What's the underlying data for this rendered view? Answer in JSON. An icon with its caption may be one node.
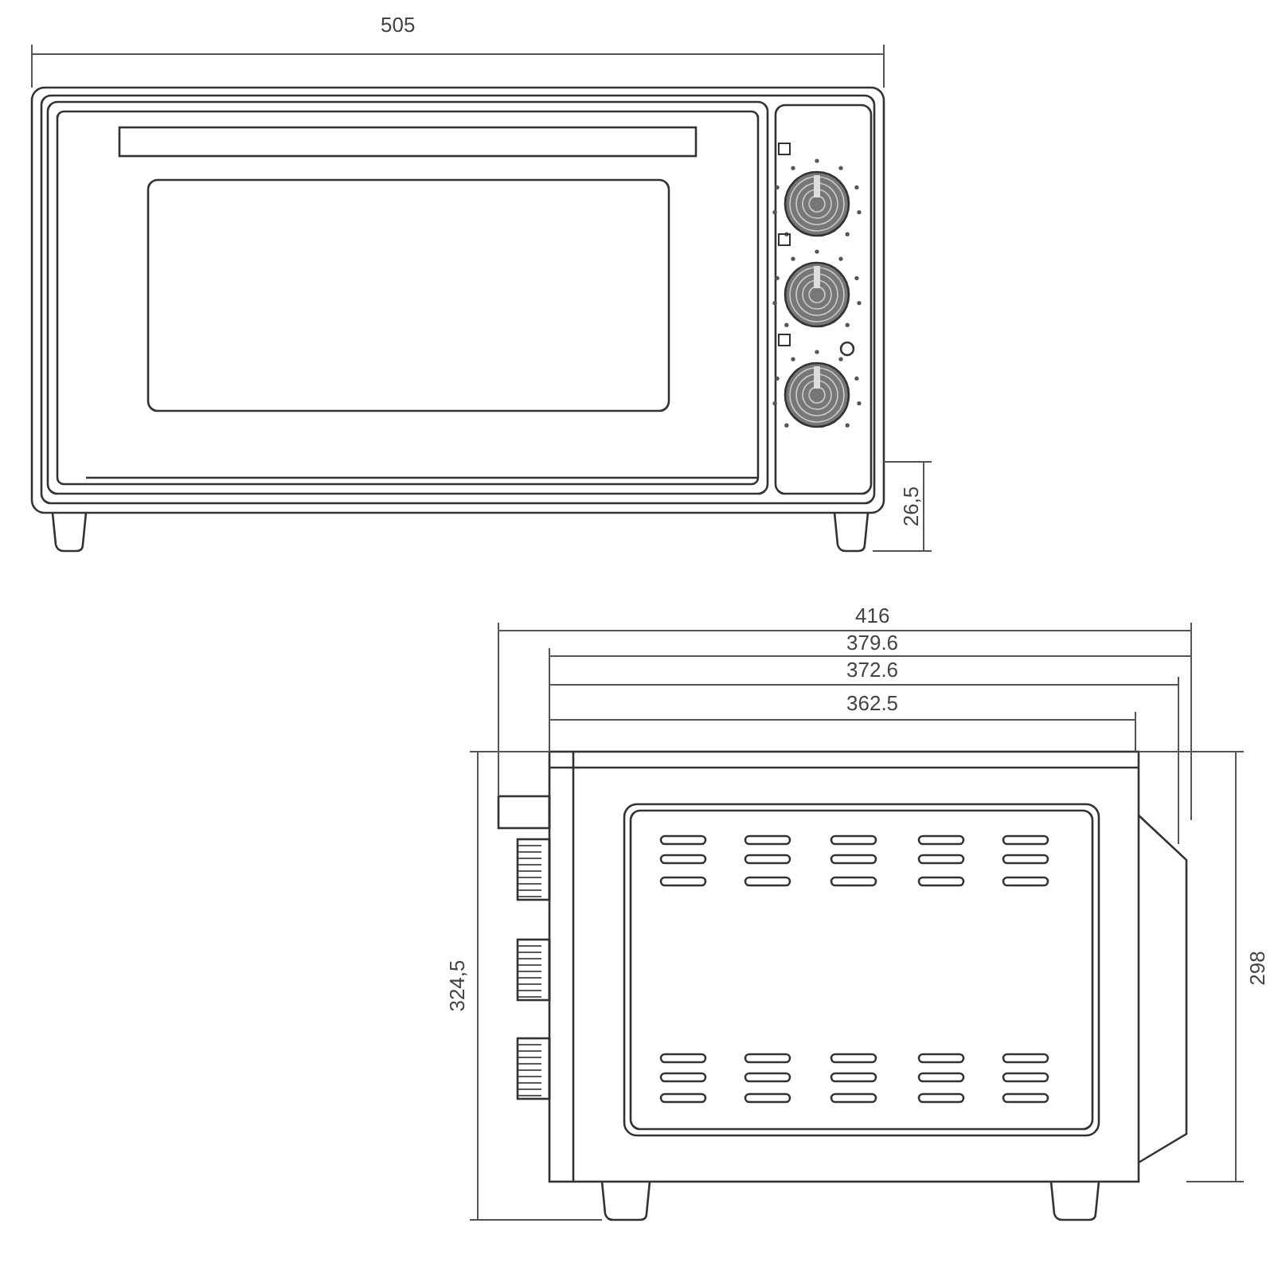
{
  "diagram": {
    "labels": [
      "505",
      "26,5",
      "416",
      "379.6",
      "372.6",
      "362.5",
      "324,5",
      "298"
    ]
  }
}
